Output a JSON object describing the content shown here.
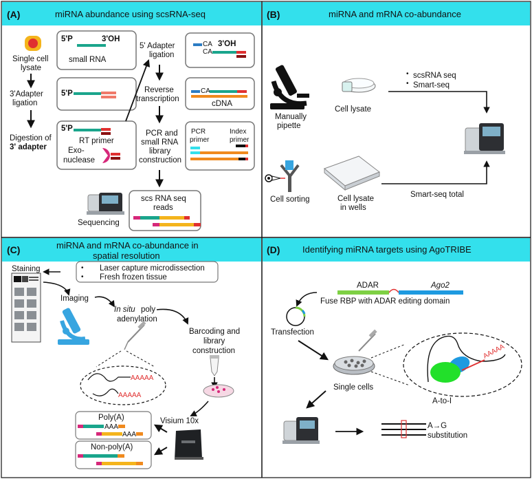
{
  "panels": {
    "a": {
      "letter": "(A)",
      "title": "miRNA abundance using scsRNA-seq",
      "single_cell_lysate": [
        "Single cell",
        "lysate"
      ],
      "three_adapter_ligation": [
        "3'Adapter",
        "ligation"
      ],
      "digestion": [
        "Digestion of",
        "3' adapter"
      ],
      "five_p": "5'P",
      "three_oh": "3'OH",
      "small_rna": "small RNA",
      "rt_primer": "RT primer",
      "exonuclease": [
        "Exo-",
        "nuclease"
      ],
      "five_adapter_ligation": [
        "5' Adapter",
        "ligation"
      ],
      "reverse_transcription": [
        "Reverse",
        "transcription"
      ],
      "pcr_library": [
        "PCR and",
        "small RNA",
        "library",
        "construction"
      ],
      "ca": "CA",
      "cdna": "cDNA",
      "pcr_primer": [
        "PCR",
        "primer"
      ],
      "index_primer": [
        "Index",
        "primer"
      ],
      "scs_reads": [
        "scs RNA seq",
        "reads"
      ],
      "sequencing": "Sequencing"
    },
    "b": {
      "letter": "(B)",
      "title": "miRNA and mRNA co-abundance",
      "manually_pipette": [
        "Manually",
        "pipette"
      ],
      "cell_lysate": "Cell lysate",
      "methods": [
        "scsRNA seq",
        "Smart-seq"
      ],
      "cell_sorting": "Cell sorting",
      "cell_lysate_wells": [
        "Cell lysate",
        "in wells"
      ],
      "smart_seq_total": "Smart-seq total"
    },
    "c": {
      "letter": "(C)",
      "title": [
        "miRNA and mRNA co-abundance in",
        "spatial resolution"
      ],
      "staining": "Staining",
      "tissue_options": [
        "Laser capture microdissection",
        "Fresh frozen tissue"
      ],
      "imaging": "Imaging",
      "in_situ": [
        "In situ",
        " poly",
        "adenylation"
      ],
      "barcoding": [
        "Barcoding and",
        "library",
        "construction"
      ],
      "polya_tail": "AAAAA",
      "visium": "Visium 10x",
      "poly_a": "Poly(A)",
      "non_poly_a": "Non-poly(A)",
      "aaa": "AAA"
    },
    "d": {
      "letter": "(D)",
      "title": "Identifying miRNA targets using AgoTRIBE",
      "adar": "ADAR",
      "ago2": "Ago2",
      "fuse": "Fuse RBP with ADAR editing domain",
      "transfection": "Transfection",
      "single_cells": "Single cells",
      "a_to_i": "A-to-I",
      "substitution": [
        "A→G",
        "substitution"
      ],
      "polya_tail": "AAAAA"
    }
  },
  "colors": {
    "header_bg": "#33e0ec",
    "teal": "#1aa58c",
    "red": "#e03030",
    "salmon": "#f07a6a",
    "blue": "#2b7cc4",
    "orange": "#f08a1e",
    "magenta": "#d6287a",
    "yellow": "#f4b41c",
    "green": "#7ed044",
    "light_blue": "#37a5e0",
    "ago_green": "#22e02a",
    "ago_blue": "#1e9ae0"
  }
}
